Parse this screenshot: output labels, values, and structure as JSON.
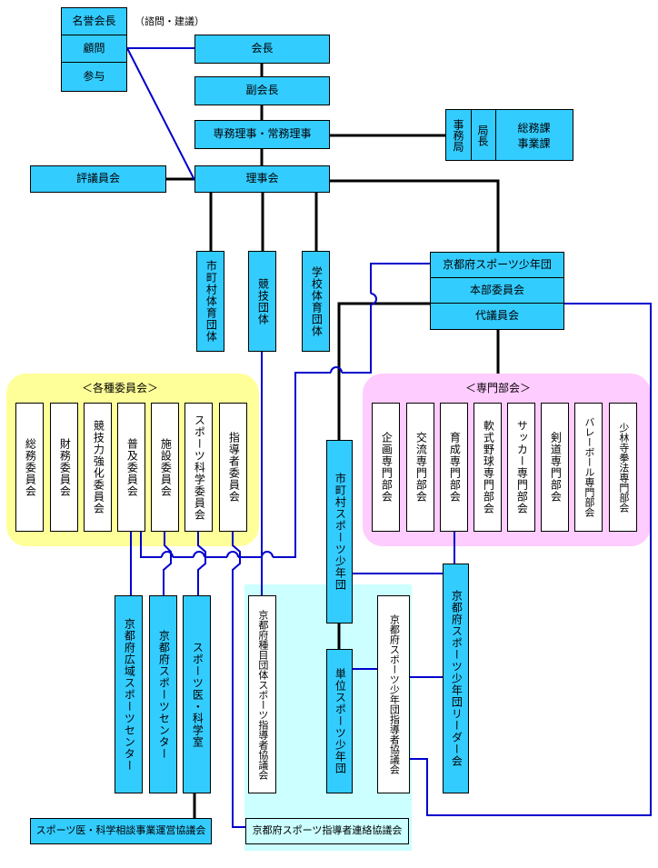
{
  "honorary": {
    "top": "名誉会長",
    "middle": "顧問",
    "bottom": "参与",
    "note": "（諮問・建議）"
  },
  "chain": {
    "president": "会長",
    "vice_president": "副会長",
    "executive_directors": "専務理事・常務理事",
    "board": "理事会",
    "councillors": "評議員会"
  },
  "secretariat": {
    "cell1": "事務局",
    "cell2": "局長",
    "cell3": "総務課\n事業課"
  },
  "board_branches": [
    "市町村体育団体",
    "競技団体",
    "学校体育団体"
  ],
  "youth_org": {
    "name": "京都府スポーツ少年団",
    "committee": "本部委員会",
    "delegates": "代議員会"
  },
  "committees": {
    "title": "＜各種委員会＞",
    "items": [
      "総務委員会",
      "財務委員会",
      "競技力強化委員会",
      "普及委員会",
      "施設委員会",
      "スポーツ科学委員会",
      "指導者委員会"
    ]
  },
  "departments": {
    "title": "＜専門部会＞",
    "items": [
      "企画専門部会",
      "交流専門部会",
      "育成専門部会",
      "軟式野球専門部会",
      "サッカー専門部会",
      "剣道専門部会",
      "バレーボール専門部会",
      "少林寺拳法専門部会"
    ]
  },
  "lower": {
    "municipal_youth": "市町村スポーツ少年団",
    "unit_youth": "単位スポーツ少年団",
    "youth_leaders": "京都府スポーツ少年団リーダー会",
    "youth_instructors_council": "京都府スポーツ少年団指導者協議会",
    "regional_center": "京都府広域スポーツセンター",
    "sports_center": "京都府スポーツセンター",
    "medical_room": "スポーツ医・科学室",
    "event_instructors_council": "京都府種目団体スポーツ指導者協議会",
    "medical_council": "スポーツ医・科学相談事業運営協議会",
    "instructors_liaison": "京都府スポーツ指導者連絡協議会"
  },
  "colors": {
    "box": "#33ccff",
    "committee_zone": "#ffff99",
    "department_zone": "#ffccff",
    "liaison_zone": "#ccffff",
    "blue_line": "#0000cc",
    "black_line": "#000000"
  }
}
